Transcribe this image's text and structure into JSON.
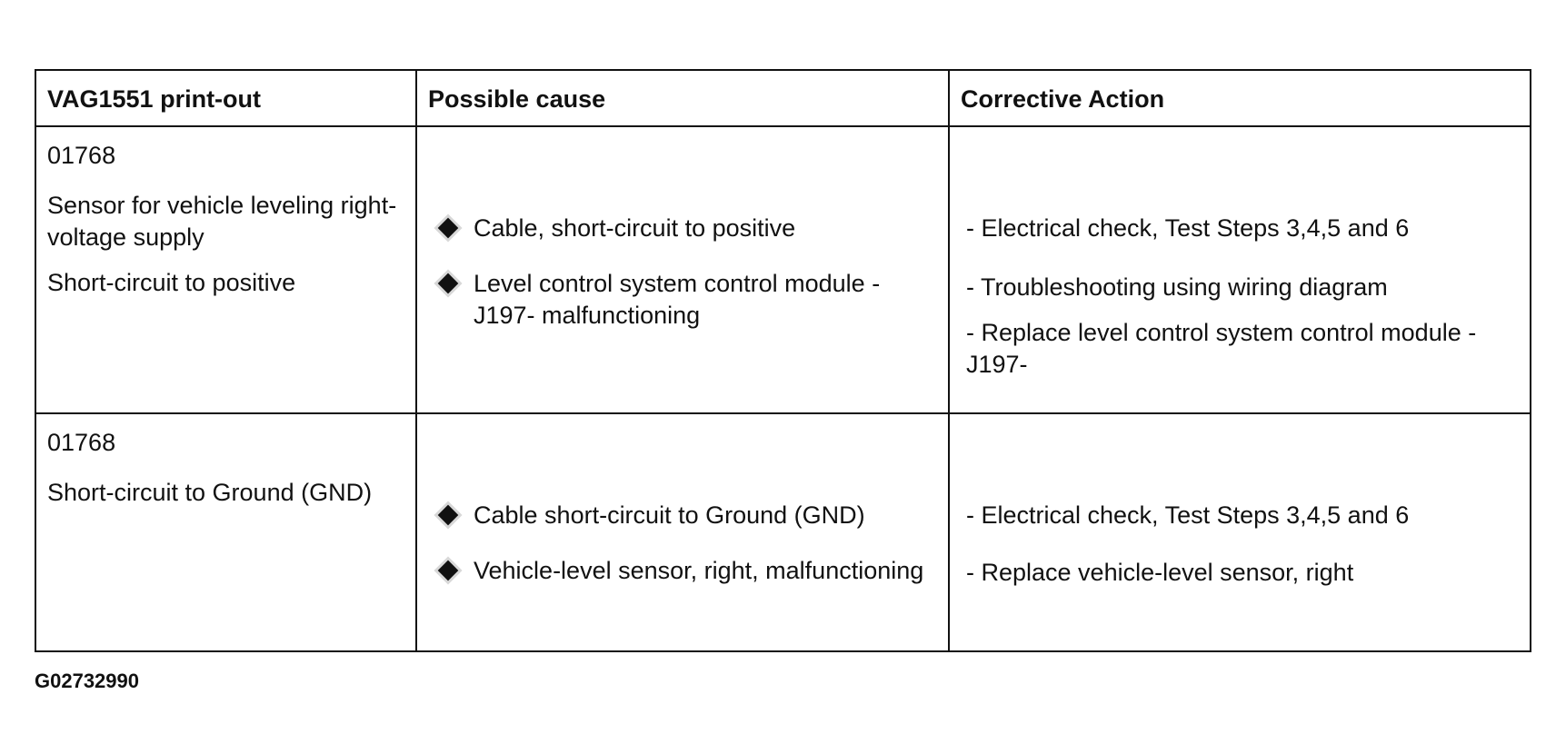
{
  "table": {
    "headers": [
      "VAG1551 print-out",
      "Possible cause",
      "Corrective Action"
    ],
    "rows": [
      {
        "code": "01768",
        "description": [
          "Sensor for vehicle leveling right-voltage supply",
          "Short-circuit to positive"
        ],
        "causes": [
          "Cable, short-circuit to positive",
          "Level control system control module -J197- malfunctioning"
        ],
        "actions": [
          "- Electrical check, Test Steps 3,4,5 and 6",
          "- Troubleshooting using wiring diagram",
          "- Replace level control system control module -J197-"
        ]
      },
      {
        "code": "01768",
        "description": [
          "Short-circuit to Ground (GND)"
        ],
        "causes": [
          "Cable short-circuit to Ground (GND)",
          "Vehicle-level sensor, right, malfunctioning"
        ],
        "actions": [
          "- Electrical check, Test Steps 3,4,5 and 6",
          "- Replace vehicle-level sensor, right"
        ]
      }
    ]
  },
  "figure_id": "G02732990"
}
